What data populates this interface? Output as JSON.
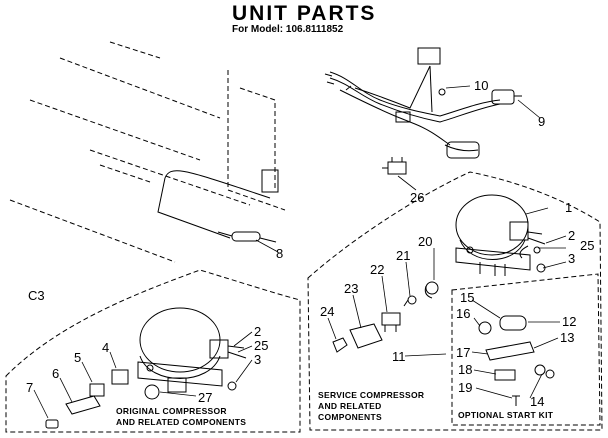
{
  "header": {
    "title": "UNIT PARTS",
    "subtitle": "For Model: 106.8111852"
  },
  "section_code": "C3",
  "captions": {
    "original_line1": "ORIGINAL COMPRESSOR",
    "original_line2": "AND RELATED COMPONENTS",
    "service_line1": "SERVICE COMPRESSOR",
    "service_line2": "AND RELATED",
    "service_line3": "COMPONENTS",
    "optional": "OPTIONAL START KIT"
  },
  "callouts": {
    "c1": "1",
    "c2": "2",
    "c2b": "2",
    "c3": "3",
    "c3b": "3",
    "c4": "4",
    "c5": "5",
    "c6": "6",
    "c7": "7",
    "c8": "8",
    "c9": "9",
    "c10": "10",
    "c11": "11",
    "c12": "12",
    "c13": "13",
    "c14": "14",
    "c15": "15",
    "c16": "16",
    "c17": "17",
    "c18": "18",
    "c19": "19",
    "c20": "20",
    "c21": "21",
    "c22": "22",
    "c23": "23",
    "c24": "24",
    "c25": "25",
    "c25b": "25",
    "c26": "26",
    "c27": "27"
  }
}
